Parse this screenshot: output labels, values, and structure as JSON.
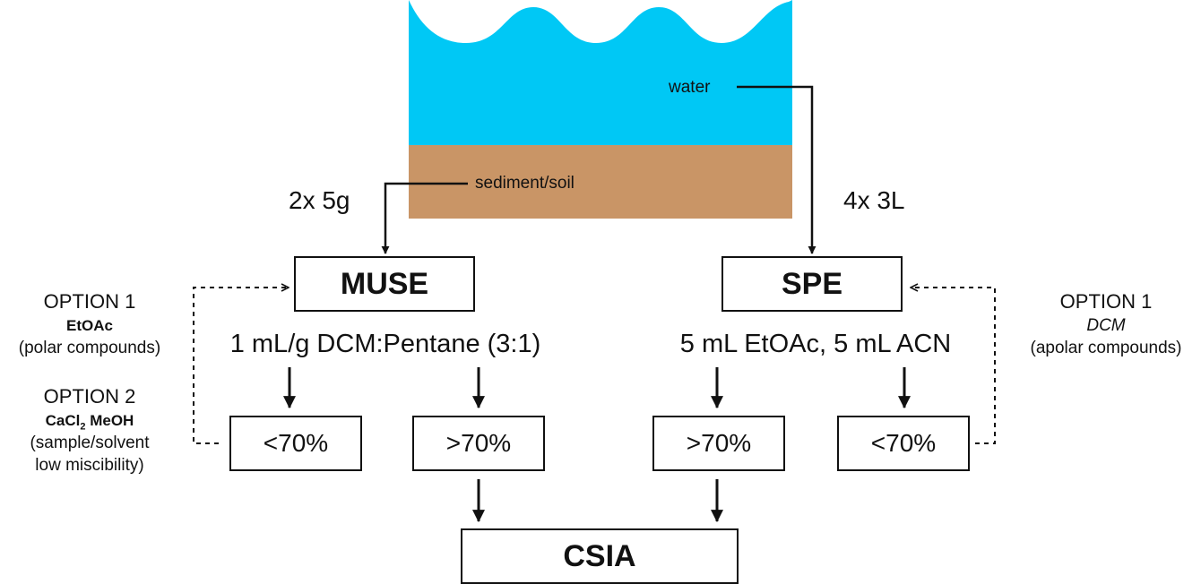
{
  "colors": {
    "water": "#00c8f5",
    "sediment": "#c99566",
    "line": "#111111"
  },
  "sources": {
    "water_label": "water",
    "sediment_label": "sediment/soil",
    "sediment_amount": "2x 5g",
    "water_amount": "4x 3L"
  },
  "muse": {
    "label": "MUSE",
    "solvent": "1 mL/g DCM:Pentane (3:1)",
    "low": "<70%",
    "high": ">70%"
  },
  "spe": {
    "label": "SPE",
    "solvent": "5 mL EtOAc, 5 mL ACN",
    "high": ">70%",
    "low": "<70%"
  },
  "csia": {
    "label": "CSIA"
  },
  "left_options": {
    "option1_title": "OPTION 1",
    "option1_solvent": "EtOAc",
    "option1_note": "(polar compounds)",
    "option2_title": "OPTION 2",
    "option2_solvent_main": "CaCl",
    "option2_solvent_sub": "2",
    "option2_solvent_rest": " MeOH",
    "option2_note_1": "(sample/solvent",
    "option2_note_2": "low miscibility)"
  },
  "right_options": {
    "option1_title": "OPTION 1",
    "option1_solvent": "DCM",
    "option1_note": "(apolar compounds)"
  }
}
